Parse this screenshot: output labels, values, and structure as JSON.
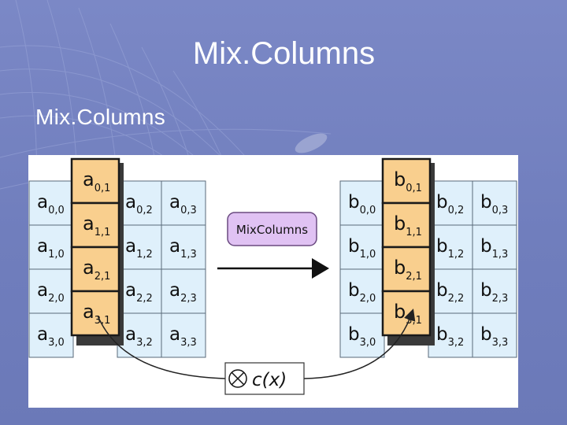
{
  "slide": {
    "title": "Mix.Columns",
    "bullet": "Mix.Columns"
  },
  "diagram": {
    "left_matrix_letter": "a",
    "right_matrix_letter": "b",
    "highlight_column": 1,
    "operation_label": "MixColumns",
    "multiply_label": "c(x)",
    "left_matrix": [
      [
        "0,0",
        "0,1",
        "0,2",
        "0,3"
      ],
      [
        "1,0",
        "1,1",
        "1,2",
        "1,3"
      ],
      [
        "2,0",
        "2,1",
        "2,2",
        "2,3"
      ],
      [
        "3,0",
        "3,1",
        "3,2",
        "3,3"
      ]
    ],
    "right_matrix": [
      [
        "0,0",
        "0,1",
        "0,2",
        "0,3"
      ],
      [
        "1,0",
        "1,1",
        "1,2",
        "1,3"
      ],
      [
        "2,0",
        "2,1",
        "2,2",
        "2,3"
      ],
      [
        "3,0",
        "3,1",
        "3,2",
        "3,3"
      ]
    ],
    "colors": {
      "cell_fill": "#dff0fb",
      "cell_stroke": "#5a6a7a",
      "highlight_fill": "#f9cf8e",
      "highlight_stroke": "#1a1a1a",
      "op_box_fill": "#e0c2f3",
      "op_box_stroke": "#6a4a80"
    }
  }
}
